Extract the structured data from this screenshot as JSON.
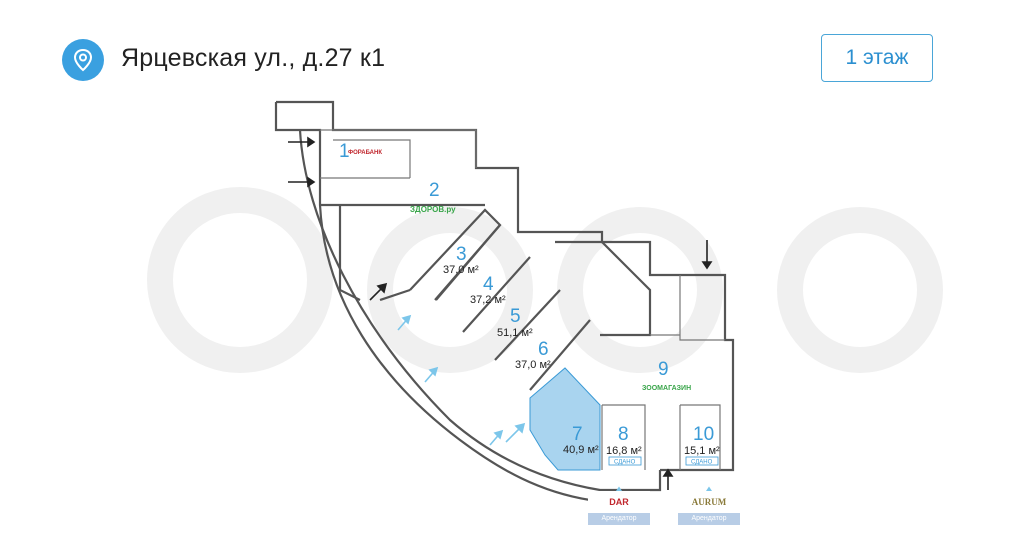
{
  "header": {
    "location_icon": "map-pin-icon",
    "address": "Ярцевская ул., д.27 к1",
    "floor_button": "1 этаж"
  },
  "colors": {
    "accent": "#3a9ad6",
    "selected_room": "#a9d4ef",
    "tenant_label": "#b8cde6"
  },
  "rooms": [
    {
      "number": "1",
      "area": "",
      "tenant_logo": "ФОРАБАНК"
    },
    {
      "number": "2",
      "area": "",
      "tenant_logo": "ЗДОРОВ.ру"
    },
    {
      "number": "3",
      "area": "37,0 м²"
    },
    {
      "number": "4",
      "area": "37,2 м²"
    },
    {
      "number": "5",
      "area": "51,1 м²"
    },
    {
      "number": "6",
      "area": "37,0 м²"
    },
    {
      "number": "7",
      "area": "40,9 м²",
      "selected": true
    },
    {
      "number": "8",
      "area": "16,8 м²",
      "status": "СДАНО"
    },
    {
      "number": "9",
      "area": "",
      "tenant_logo": "ЗООМАГАЗИН"
    },
    {
      "number": "10",
      "area": "15,1 м²",
      "status": "СДАНО"
    }
  ],
  "tenants": [
    {
      "logo": "DAR",
      "label": "Арендатор"
    },
    {
      "logo": "AURUM",
      "label": "Арендатор"
    }
  ]
}
